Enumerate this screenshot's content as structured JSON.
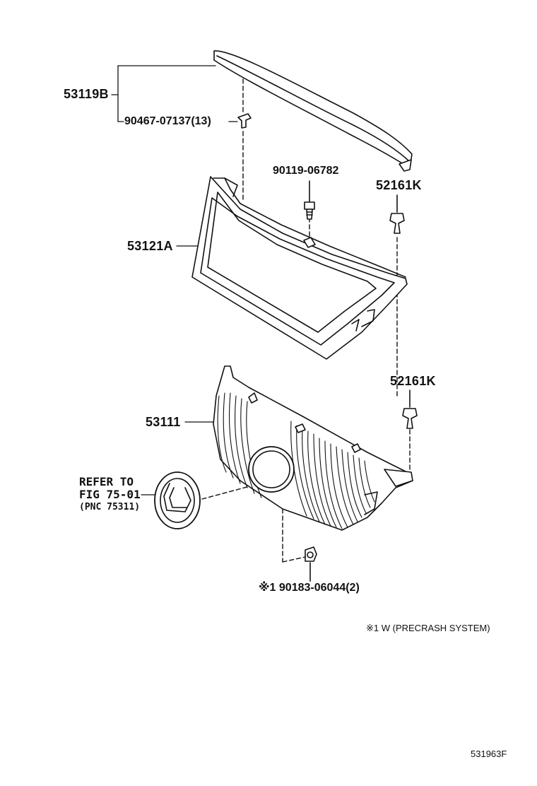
{
  "labels": {
    "p53119b": "53119B",
    "p90467": "90467-07137(13)",
    "p90119": "90119-06782",
    "p52161k_top": "52161K",
    "p53121a": "53121A",
    "p52161k_bottom": "52161K",
    "p53111": "53111",
    "refer_line1": "REFER TO",
    "refer_line2": "FIG 75-01",
    "refer_line3": "(PNC 75311)",
    "p90183": "※1 90183-06044(2)",
    "footnote": "※1 W (PRECRASH SYSTEM)",
    "figure_id": "531963F"
  },
  "colors": {
    "line": "#111111",
    "background": "#ffffff"
  }
}
